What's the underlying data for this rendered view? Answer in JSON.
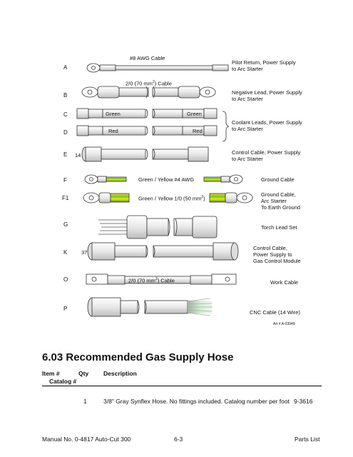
{
  "figure": {
    "rows": [
      "A",
      "B",
      "C",
      "D",
      "E",
      "F",
      "F1",
      "G",
      "K",
      "O",
      "P"
    ],
    "cable_labels": {
      "a": "#8 AWG Cable",
      "b": "2/0  (70 mm",
      "b_sup": "2",
      "b_end": ") Cable",
      "green1": "Green",
      "green2": "Green",
      "red1": "Red",
      "red2": "Red",
      "e_pins": "14",
      "f": "Green / Yellow  #4 AWG",
      "f1": "Green / Yellow  1/0 (50 mm",
      "f1_sup": "2",
      "f1_end": ")",
      "k_pins": "37",
      "o": "2/0  (70 mm",
      "o_sup": "2",
      "o_end": ") Cable"
    },
    "descriptions": {
      "a1": "Pilot Return, Power Supply",
      "a2": "to Arc Starter",
      "b1": "Negative Lead, Power Supply",
      "b2": "to Arc Starter",
      "cd1": "Coolant Leads, Power Supply",
      "cd2": "to Arc Starter",
      "e1": "Control Cable, Power Supply",
      "e2": "to Arc Starter",
      "f": "Ground Cable",
      "f1_1": "Ground Cable,",
      "f1_2": "Arc Starter",
      "f1_3": "To Earth Ground",
      "g": "Torch Lead Set",
      "k1": "Control Cable,",
      "k2": "Power Supply to",
      "k3": "Gas Control Module",
      "o": "Work Cable",
      "p": "CNC Cable  (14 Wire)"
    },
    "art_number": "Art # A-03949"
  },
  "section": {
    "title": "6.03 Recommended Gas Supply Hose"
  },
  "table": {
    "headers": {
      "item": "Item #",
      "catalog": "Catalog #",
      "qty": "Qty",
      "description": "Description"
    },
    "rows": [
      {
        "qty": "1",
        "description": "3/8\" Gray Synflex Hose.  No fittings included.  Catalog number per foot",
        "catalog": "9-3616"
      }
    ]
  },
  "footer": {
    "left": "Manual No. 0-4817 Auto-Cut 300",
    "center": "6-3",
    "right": "Parts List"
  },
  "colors": {
    "green": "#4caf50",
    "yellow": "#f5e400",
    "red": "#d63a2a",
    "cable_gray": "#e6e6e6"
  }
}
